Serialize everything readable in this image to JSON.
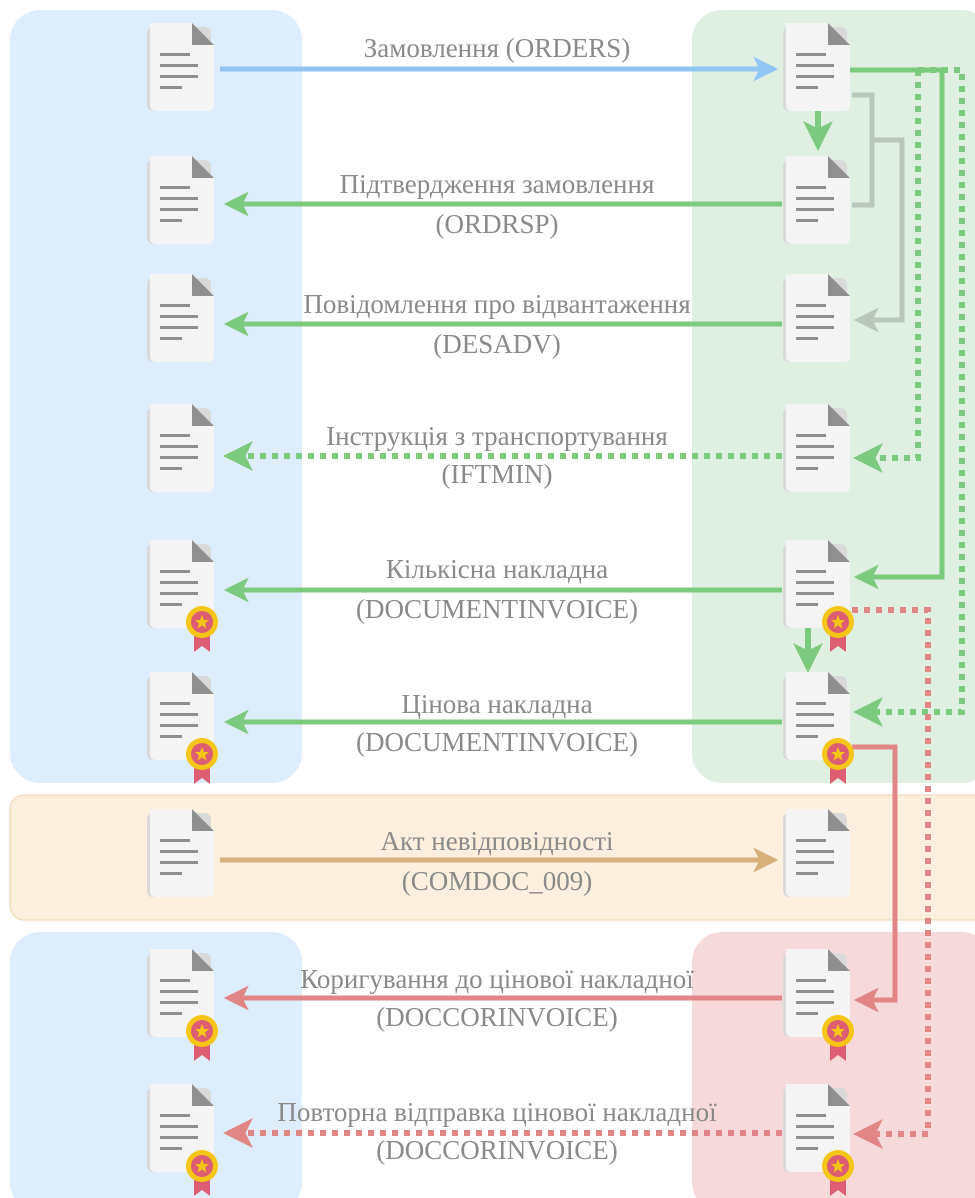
{
  "colors": {
    "blue_zone": "#deedfb",
    "green_zone": "#dff0e3",
    "orange_zone": "#fcefdd",
    "red_zone": "#f6d9da",
    "blue_arrow": "#91c6f4",
    "green_arrow": "#7cca7e",
    "gray_arrow": "#b9c6bb",
    "orange_arrow": "#d9b07a",
    "red_arrow": "#e18687",
    "label": "#8a8a8a",
    "doc_body": "#f4f4f4",
    "doc_shade": "#d9d9d9",
    "doc_lines": "#8f8f8f",
    "seal_gold": "#f5c518",
    "seal_ribbon": "#dd5e73"
  },
  "messages": [
    {
      "id": "orders",
      "name": "Замовлення",
      "code": "(ORDERS)",
      "direction": "to-right",
      "style": "solid",
      "color": "blue"
    },
    {
      "id": "ordrsp",
      "name": "Підтвердження замовлення",
      "code": "(ORDRSP)",
      "direction": "to-left",
      "style": "solid",
      "color": "green"
    },
    {
      "id": "desadv",
      "name": "Повідомлення про відвантаження",
      "code": "(DESADV)",
      "direction": "to-left",
      "style": "solid",
      "color": "green"
    },
    {
      "id": "iftmin",
      "name": "Інструкція з транспортування",
      "code": "(IFTMIN)",
      "direction": "to-left",
      "style": "dotted",
      "color": "green"
    },
    {
      "id": "qty-invoice",
      "name": "Кількісна накладна",
      "code": "(DOCUMENTINVOICE)",
      "direction": "to-left",
      "style": "solid",
      "color": "green",
      "signed": true
    },
    {
      "id": "price-invoice",
      "name": "Цінова накладна",
      "code": "(DOCUMENTINVOICE)",
      "direction": "to-left",
      "style": "solid",
      "color": "green",
      "signed": true
    },
    {
      "id": "comdoc",
      "name": "Акт невідповідності",
      "code": "(COMDOC_009)",
      "direction": "to-right",
      "style": "solid",
      "color": "orange"
    },
    {
      "id": "doccor",
      "name": "Коригування до цінової накладної",
      "code": "(DOCCORINVOICE)",
      "direction": "to-left",
      "style": "solid",
      "color": "red",
      "signed": true
    },
    {
      "id": "doccor-resend",
      "name": "Повторна відправка цінової накладної",
      "code": "(DOCCORINVOICE)",
      "direction": "to-left",
      "style": "dotted",
      "color": "red",
      "signed": true
    }
  ],
  "icons": {
    "document": "document-icon",
    "signed_document": "signed-document-icon",
    "arrow_right": "arrow-right-icon",
    "arrow_left": "arrow-left-icon"
  }
}
